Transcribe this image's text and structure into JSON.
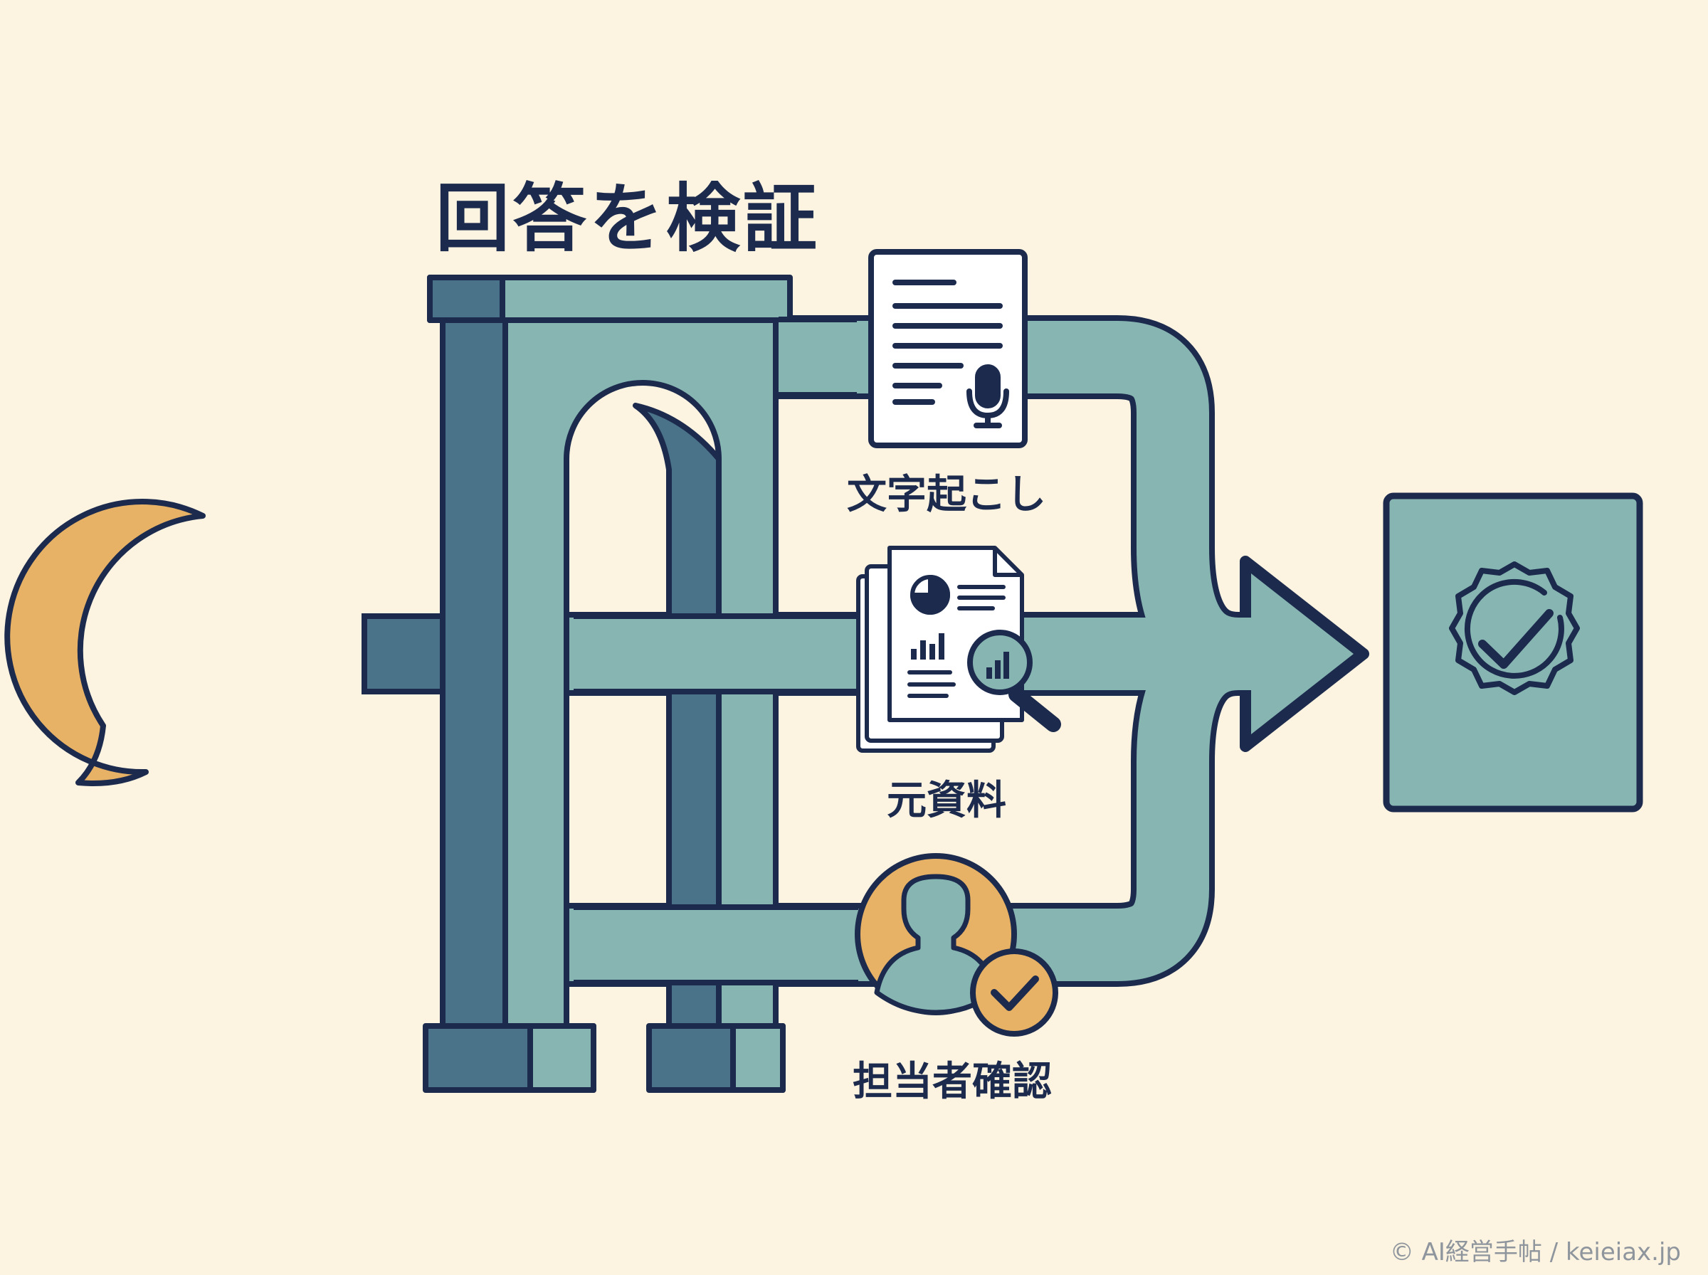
{
  "diagram": {
    "title": "回答を検証",
    "labels": {
      "transcript": "文字起こし",
      "source_material": "元資料",
      "staff_confirmation": "担当者確認"
    },
    "copyright": "© AI経営手帖 / keieiax.jp"
  },
  "colors": {
    "background": "#fcf3e1",
    "outline": "#1c2b4d",
    "teal_light": "#87b5b2",
    "teal_dark": "#4a7288",
    "orange": "#e8b266",
    "paper": "#ffffff"
  },
  "icons": [
    "speech-bubble-icon",
    "transcript-document-icon",
    "microphone-icon",
    "report-documents-icon",
    "magnifier-icon",
    "person-check-icon",
    "verified-badge-icon"
  ]
}
